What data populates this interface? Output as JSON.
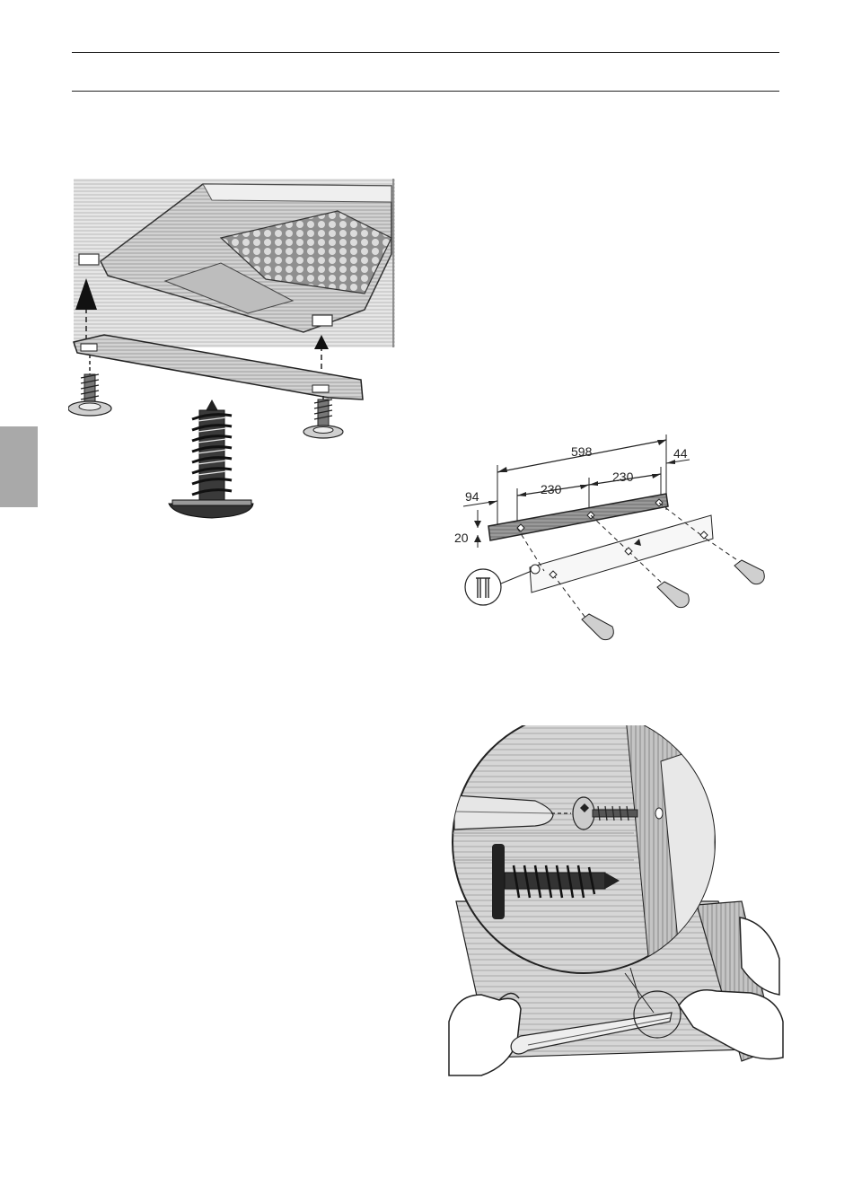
{
  "page": {
    "side_tab_color": "#a9a9a9",
    "rule_color": "#222222"
  },
  "figure_bracket": {
    "dimensions": {
      "overall": "598",
      "right_offset": "44",
      "left_offset": "94",
      "spacing_left": "230",
      "spacing_right": "230",
      "height": "20"
    }
  }
}
